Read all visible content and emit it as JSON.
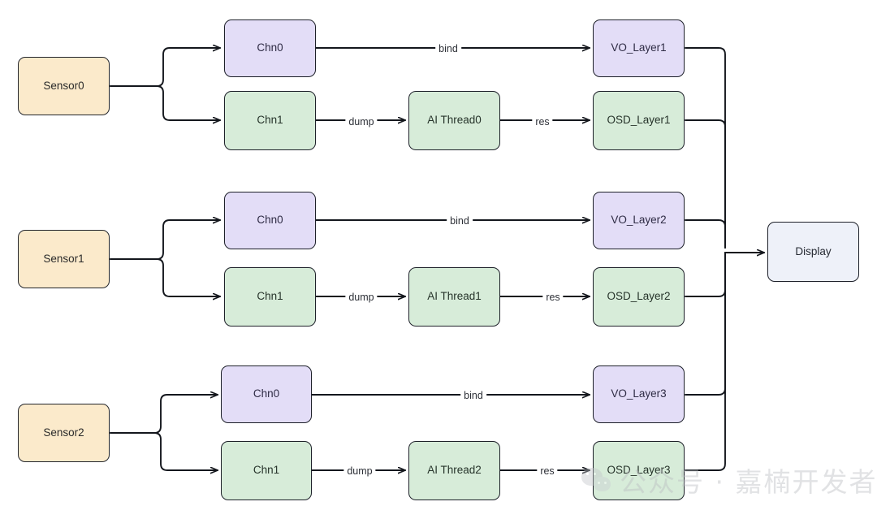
{
  "diagram": {
    "title": "Multi-sensor AI inference to display pipeline",
    "colors": {
      "sensor_fill": "#fbeacb",
      "vo_fill": "#e3ddf7",
      "green_fill": "#d7ecd9",
      "display_fill": "#eef1f9",
      "stroke": "#1f2430",
      "watermark": "#b9bcc0"
    },
    "nodes": {
      "sensor0": "Sensor0",
      "sensor1": "Sensor1",
      "sensor2": "Sensor2",
      "r1_chn0": "Chn0",
      "r1_chn1": "Chn1",
      "r2_chn0": "Chn0",
      "r2_chn1": "Chn1",
      "r3_chn0": "Chn0",
      "r3_chn1": "Chn1",
      "ai_thread0": "AI Thread0",
      "ai_thread1": "AI Thread1",
      "ai_thread2": "AI Thread2",
      "vo_layer1": "VO_Layer1",
      "vo_layer2": "VO_Layer2",
      "vo_layer3": "VO_Layer3",
      "osd_layer1": "OSD_Layer1",
      "osd_layer2": "OSD_Layer2",
      "osd_layer3": "OSD_Layer3",
      "display": "Display"
    },
    "edge_labels": {
      "bind1": "bind",
      "bind2": "bind",
      "bind3": "bind",
      "dump1": "dump",
      "dump2": "dump",
      "dump3": "dump",
      "res1": "res",
      "res2": "res",
      "res3": "res"
    },
    "watermark": {
      "text": "公众号 · 嘉楠开发者",
      "icon": "wechat-icon"
    }
  }
}
